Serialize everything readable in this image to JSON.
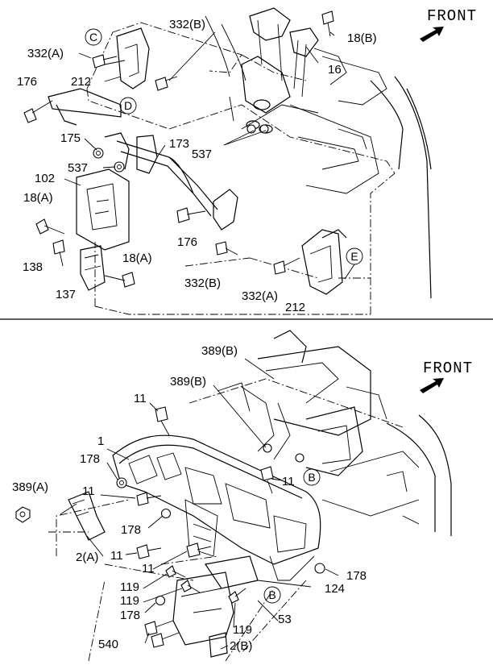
{
  "top_diagram": {
    "front_label": "FRONT",
    "callouts": [
      "332(A)",
      "176",
      "212",
      "175",
      "537",
      "102",
      "18(A)",
      "138",
      "137",
      "332(B)",
      "18(B)",
      "16",
      "173",
      "537",
      "176",
      "18(A)",
      "332(B)",
      "332(A)",
      "212"
    ],
    "circle_labels": [
      "C",
      "D",
      "E"
    ]
  },
  "bottom_diagram": {
    "front_label": "FRONT",
    "callouts": [
      "389(B)",
      "389(B)",
      "11",
      "1",
      "178",
      "389(A)",
      "11",
      "178",
      "2(A)",
      "11",
      "11",
      "119",
      "119",
      "178",
      "540",
      "178",
      "124",
      "53",
      "119",
      "2(B)",
      "11"
    ],
    "circle_labels": [
      "B",
      "B"
    ]
  }
}
